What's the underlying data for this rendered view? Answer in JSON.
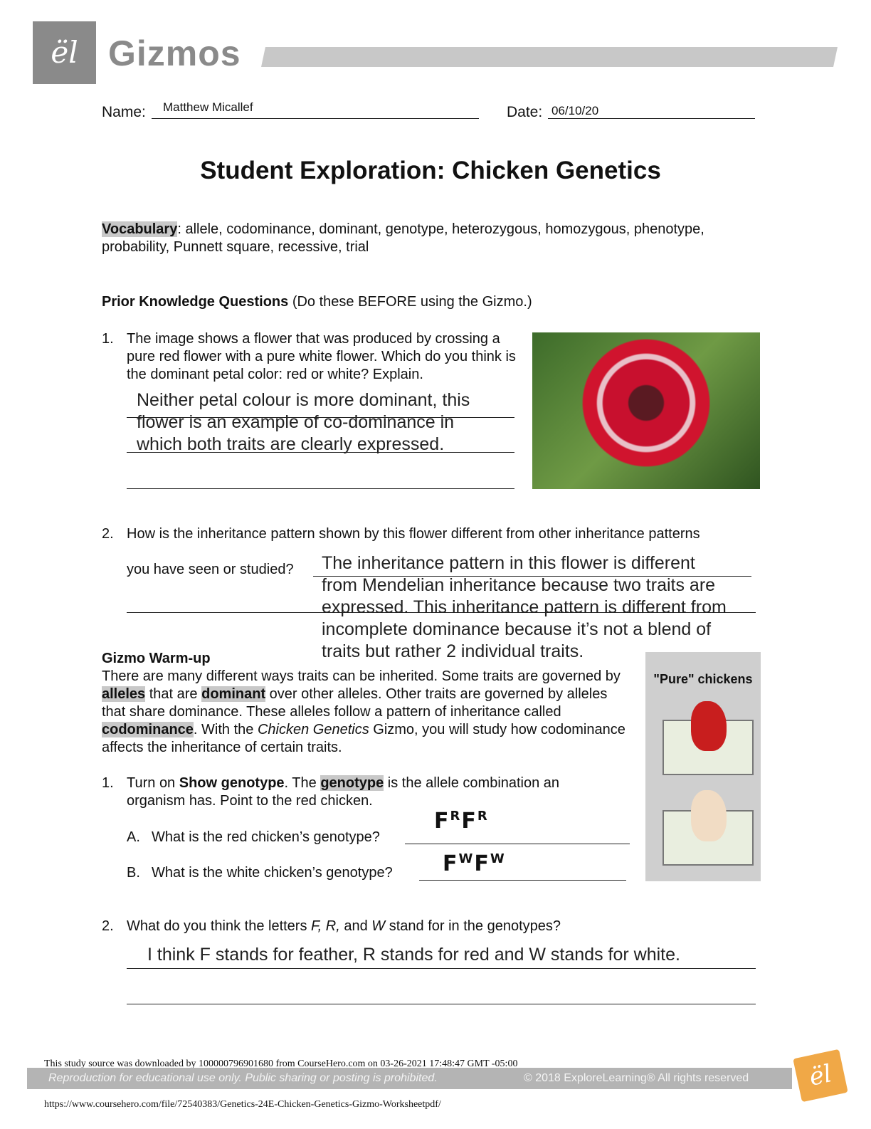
{
  "header": {
    "brand": "Gizmos",
    "logo_glyph": "ël"
  },
  "name_label": "Name:",
  "name_value": "Matthew Micallef",
  "date_label": "Date:",
  "date_value": "06/10/20",
  "title": "Student Exploration: Chicken Genetics",
  "vocab_label": "Vocabulary",
  "vocab_text": ": allele, codominance, dominant, genotype, heterozygous, homozygous, phenotype, probability, Punnett square, recessive, trial",
  "prior_title": "Prior Knowledge Questions",
  "prior_note": " (Do these BEFORE using the Gizmo.)",
  "q1_num": "1.",
  "q1_text": "The image shows a flower that was produced by crossing a pure red flower with a pure white flower. Which do you think is the dominant petal color: red or white? Explain.",
  "q1_answer": [
    "Neither petal colour is more dominant, this",
    "flower is an example of co-dominance in",
    "which both traits are clearly expressed."
  ],
  "q2_num": "2.",
  "q2_text": "How is the inheritance pattern shown by this flower different from other inheritance patterns",
  "q2_text2": "you have seen or studied?",
  "q2_answer": [
    "The inheritance pattern in this flower is different",
    "from Mendelian inheritance because two traits are",
    "expressed. This inheritance pattern is different from",
    "incomplete dominance because it’s not a blend of",
    "traits but rather 2 individual traits."
  ],
  "warmup_title": "Gizmo Warm-up",
  "warmup": {
    "p1": "There are many different ways traits can be inherited. Some traits are governed by ",
    "alleles": "alleles",
    "p2": " that are ",
    "dominant": "dominant",
    "p3": " over other alleles. Other traits are governed by alleles that share dominance. These alleles follow a pattern of inheritance called ",
    "codominance": "codominance",
    "p4": ". With the ",
    "gizmo": "Chicken Genetics",
    "p5": " Gizmo, you will study how codominance affects the inheritance of certain traits."
  },
  "panel_title": "\"Pure\" chickens",
  "w1_num": "1.",
  "w1_a": "Turn on ",
  "w1_show": "Show genotype",
  "w1_b": ". The ",
  "w1_genotype": "genotype",
  "w1_c": " is the allele combination an organism has. Point to the red chicken.",
  "wA_label": "A.",
  "wA_text": "What is the red chicken’s genotype?",
  "wA_ans": {
    "base": "F",
    "sup": "R"
  },
  "wB_label": "B.",
  "wB_text": "What is the white chicken’s genotype?",
  "wB_ans": {
    "base": "F",
    "sup": "W"
  },
  "w2_num": "2.",
  "w2_a": "What do you think the letters ",
  "w2_letters": "F, R,",
  "w2_b": " and ",
  "w2_w": "W",
  "w2_c": " stand for in the genotypes?",
  "w2_answer": "I think F stands for feather, R stands for red and W stands for white.",
  "footer": {
    "download": "This study source was downloaded by 100000796901680 from CourseHero.com on 03-26-2021 17:48:47 GMT -05:00",
    "repro": "Reproduction for educational use only. Public sharing or posting is prohibited.",
    "copyright": "© 2018 ExploreLearning® All rights reserved",
    "url": "https://www.coursehero.com/file/72540383/Genetics-24E-Chicken-Genetics-Gizmo-Worksheetpdf/",
    "logo_glyph": "ël"
  },
  "colors": {
    "logo_bg": "#8a8a8a",
    "bar": "#c8c8c8",
    "footer_bar": "#b4b4b4",
    "footer_logo": "#f0a847"
  }
}
